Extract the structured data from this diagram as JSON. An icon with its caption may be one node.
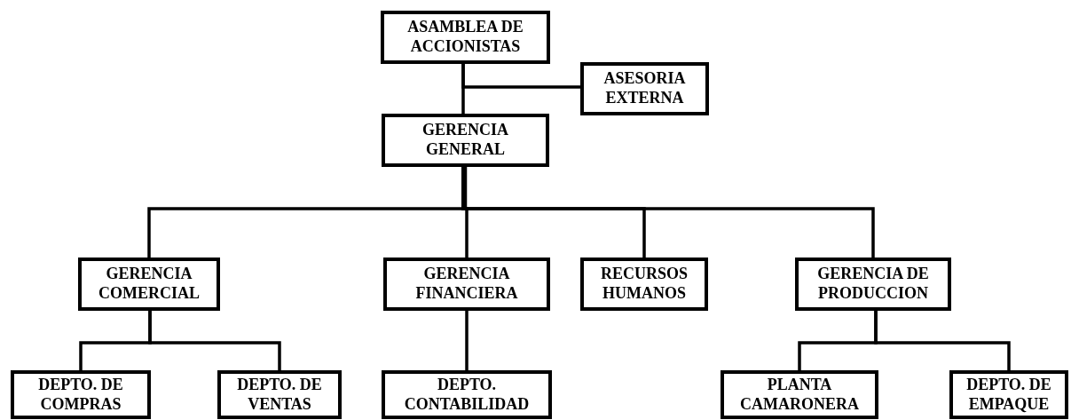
{
  "diagram": {
    "nodes": [
      {
        "text": [
          "ASAMBLEA DE ACCIONISTAS"
        ]
      },
      {
        "text": [
          "ASESORIA EXTERNA"
        ]
      },
      {
        "text": [
          "GERENCIA GENERAL"
        ]
      },
      {
        "text": [
          "GERENCIA COMERCIAL"
        ]
      },
      {
        "text": [
          "GERENCIA FINANCIERA"
        ]
      },
      {
        "text": [
          "RECURSOS HUMANOS"
        ]
      },
      {
        "text": [
          "GERENCIA DE PRODUCCION"
        ]
      },
      {
        "text": [
          "DEPTO. DE COMPRAS"
        ]
      },
      {
        "text": [
          "DEPTO. DE VENTAS"
        ]
      },
      {
        "text": [
          "DEPTO. CONTABILIDAD"
        ]
      },
      {
        "text": [
          "PLANTA CAMARONERA"
        ]
      },
      {
        "text": [
          "DEPTO. DE EMPAQUE"
        ]
      }
    ],
    "edges": [
      {
        "from": 0,
        "to": 1,
        "arrow": "none"
      },
      {
        "from": 0,
        "to": 2,
        "arrow": "none"
      },
      {
        "from": 2,
        "to": 3,
        "arrow": "none"
      },
      {
        "from": 2,
        "to": 4,
        "arrow": "none"
      },
      {
        "from": 2,
        "to": 5,
        "arrow": "none"
      },
      {
        "from": 2,
        "to": 6,
        "arrow": "none"
      },
      {
        "from": 3,
        "to": 7,
        "arrow": "none"
      },
      {
        "from": 3,
        "to": 8,
        "arrow": "none"
      },
      {
        "from": 4,
        "to": 9,
        "arrow": "none"
      },
      {
        "from": 6,
        "to": 10,
        "arrow": "none"
      },
      {
        "from": 6,
        "to": 11,
        "arrow": "none"
      }
    ]
  }
}
